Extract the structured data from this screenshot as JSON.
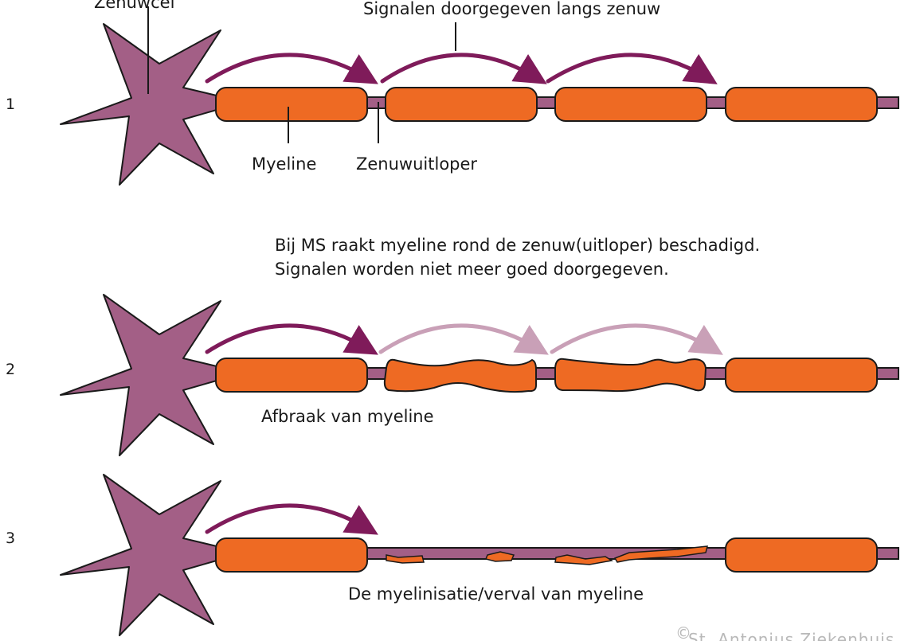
{
  "rows": [
    {
      "number": "1",
      "cell_label": "Zenuwcel",
      "signal_label": "Signalen doorgegeven langs zenuw",
      "myelin_label": "Myeline",
      "axon_label": "Zenuwuitloper"
    },
    {
      "number": "2",
      "caption": "Afbraak van myeline"
    },
    {
      "number": "3",
      "caption": "De myelinisatie/verval van myeline"
    }
  ],
  "explanation": [
    "Bij MS raakt myeline rond de zenuw(uitloper) beschadigd.",
    "Signalen worden niet meer goed doorgegeven."
  ],
  "credit": "St. Antonius Ziekenhuis",
  "credit_symbol": "©",
  "colors": {
    "neuron": "#a35f86",
    "myelin": "#ee6a23",
    "arrow_strong": "#7f1b5a",
    "arrow_faded": "#c9a0b7",
    "outline": "#1a1a1a",
    "credit": "#b8b8b8"
  }
}
